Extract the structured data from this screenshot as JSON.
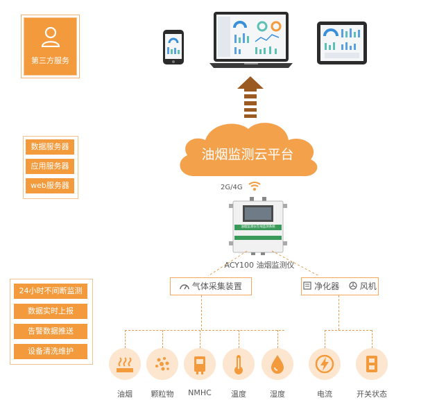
{
  "third_party": {
    "label": "第三方服务",
    "icon": "user-icon"
  },
  "servers": [
    "数据服务器",
    "应用服务器",
    "web服务器"
  ],
  "features": [
    "24小时不间断监测",
    "数据实时上报",
    "告警数据推送",
    "设备清洗维护"
  ],
  "cloud": {
    "label": "油烟监测云平台"
  },
  "network": {
    "label": "2G/4G",
    "icon": "wifi-icon"
  },
  "device": {
    "label": "ACY100 油烟监测仪",
    "screen_text": "油烟监测仪在线监测系统"
  },
  "gas_collector": {
    "label": "气体采集装置",
    "icon": "gauge-icon"
  },
  "purifier": {
    "label": "净化器",
    "icon": "purifier-icon"
  },
  "fan": {
    "label": "风机",
    "icon": "fan-icon"
  },
  "sensors": [
    {
      "label": "油烟",
      "icon": "oil-smoke-icon"
    },
    {
      "label": "颗粒物",
      "icon": "particle-icon"
    },
    {
      "label": "NMHC",
      "icon": "nmhc-icon"
    },
    {
      "label": "温度",
      "icon": "thermometer-icon"
    },
    {
      "label": "湿度",
      "icon": "humidity-icon"
    },
    {
      "label": "电流",
      "icon": "current-icon"
    },
    {
      "label": "开关状态",
      "icon": "switch-icon"
    }
  ],
  "colors": {
    "accent": "#f39a3c",
    "cloud": "#f4a14c",
    "arrow": "#9a5a22",
    "light": "#fde6cf"
  }
}
